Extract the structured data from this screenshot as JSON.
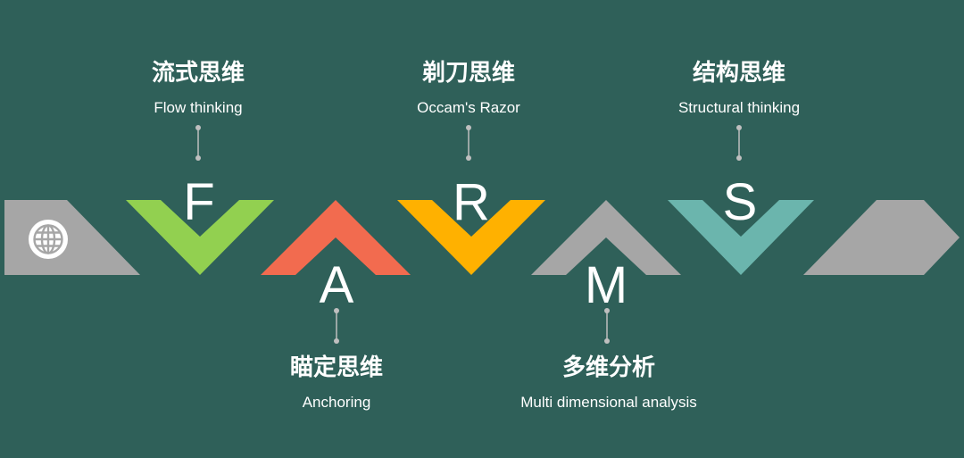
{
  "colors": {
    "background": "#2f6059",
    "green": "#92d050",
    "red": "#f26b4f",
    "amber": "#ffb100",
    "gray": "#a6a6a6",
    "teal": "#6bb5ad",
    "connector": "#bfbfbf"
  },
  "icon": "globe-icon",
  "items": [
    {
      "letter": "F",
      "title": "流式思维",
      "subtitle": "Flow thinking"
    },
    {
      "letter": "A",
      "title": "瞄定思维",
      "subtitle": "Anchoring"
    },
    {
      "letter": "R",
      "title": "剃刀思维",
      "subtitle": "Occam's Razor"
    },
    {
      "letter": "M",
      "title": "多维分析",
      "subtitle": "Multi dimensional analysis"
    },
    {
      "letter": "S",
      "title": "结构思维",
      "subtitle": "Structural thinking"
    }
  ]
}
